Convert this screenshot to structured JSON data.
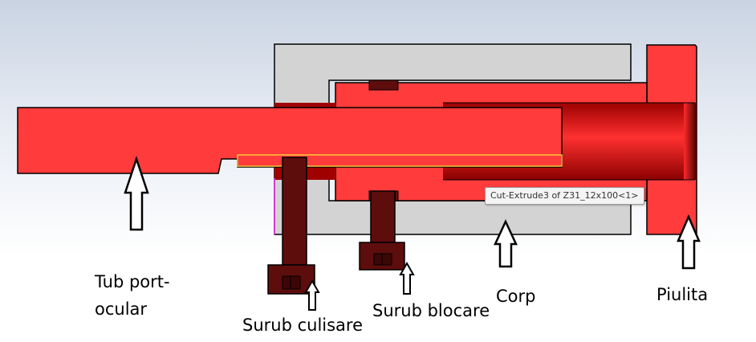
{
  "labels": {
    "tub_line1": "Tub port-",
    "tub_line2": "ocular",
    "surub_culisare": "Surub culisare",
    "surub_blocare": "Surub blocare",
    "corp": "Corp",
    "piulita": "Piulita"
  },
  "tooltip": {
    "text": "Cut-Extrude3 of Z31_12x100<1>"
  },
  "colors": {
    "tube_red": "#ff3b3b",
    "body_gray": "#d3d3d3",
    "screw_dark": "#5e0d0d",
    "outline": "#000000",
    "highlight": "#ffd23a",
    "magenta_edge": "#d23bd2"
  },
  "icons": [
    "up-arrow-icon"
  ]
}
